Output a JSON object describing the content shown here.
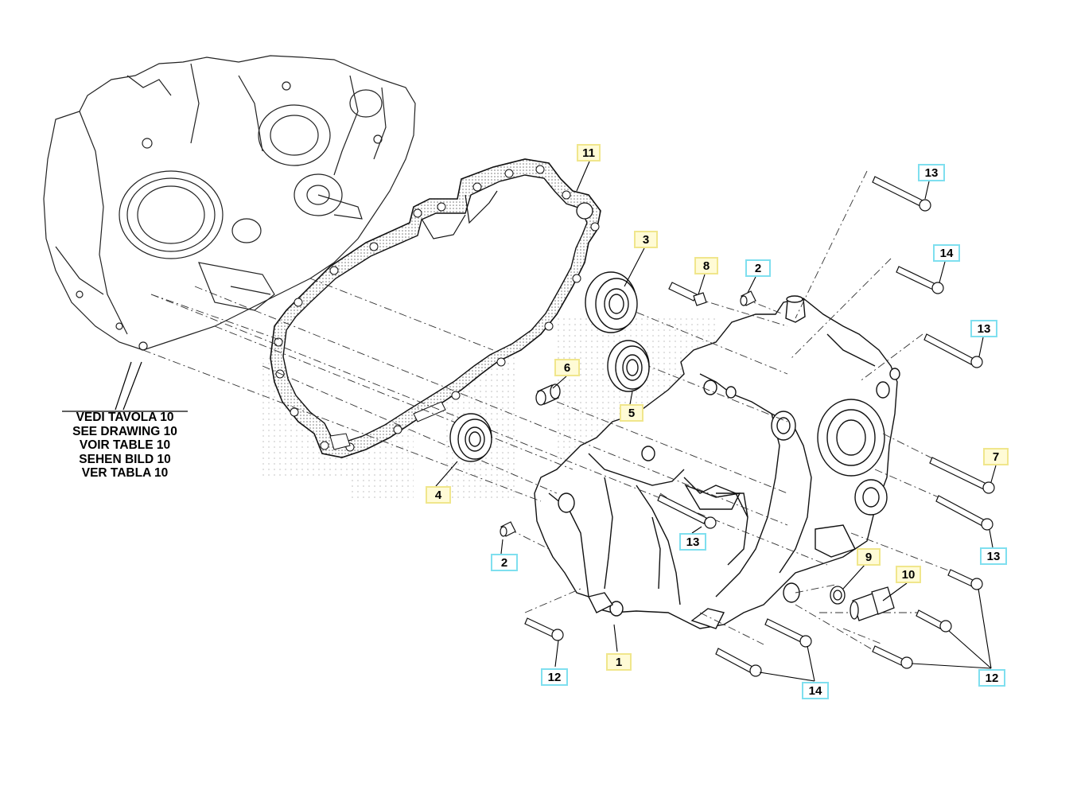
{
  "see_also_lines": [
    "VEDI TAVOLA 10",
    "SEE DRAWING 10",
    "VOIR TABLE 10",
    "SEHEN BILD 10",
    "VER TABLA 10"
  ],
  "callouts": [
    {
      "id": "c11",
      "label": "11",
      "style": "yellow",
      "part": "crankcase-gasket"
    },
    {
      "id": "c3",
      "label": "3",
      "style": "yellow",
      "part": "ball-bearing"
    },
    {
      "id": "c8",
      "label": "8",
      "style": "yellow",
      "part": "stud"
    },
    {
      "id": "c2a",
      "label": "2",
      "style": "cyan",
      "part": "dowel-pin"
    },
    {
      "id": "c13a",
      "label": "13",
      "style": "cyan",
      "part": "bolt"
    },
    {
      "id": "c14a",
      "label": "14",
      "style": "cyan",
      "part": "bolt"
    },
    {
      "id": "c13b",
      "label": "13",
      "style": "cyan",
      "part": "bolt"
    },
    {
      "id": "c6",
      "label": "6",
      "style": "yellow",
      "part": "needle-bearing"
    },
    {
      "id": "c5",
      "label": "5",
      "style": "yellow",
      "part": "ball-bearing"
    },
    {
      "id": "c7",
      "label": "7",
      "style": "yellow",
      "part": "bolt"
    },
    {
      "id": "c4",
      "label": "4",
      "style": "yellow",
      "part": "ball-bearing"
    },
    {
      "id": "c13c",
      "label": "13",
      "style": "cyan",
      "part": "bolt"
    },
    {
      "id": "c13d",
      "label": "13",
      "style": "cyan",
      "part": "bolt"
    },
    {
      "id": "c2b",
      "label": "2",
      "style": "cyan",
      "part": "dowel-pin"
    },
    {
      "id": "c9",
      "label": "9",
      "style": "yellow",
      "part": "washer"
    },
    {
      "id": "c10",
      "label": "10",
      "style": "yellow",
      "part": "drain-plug"
    },
    {
      "id": "c1",
      "label": "1",
      "style": "yellow",
      "part": "crankcase-half"
    },
    {
      "id": "c12a",
      "label": "12",
      "style": "cyan",
      "part": "bolt"
    },
    {
      "id": "c14b",
      "label": "14",
      "style": "cyan",
      "part": "bolt"
    },
    {
      "id": "c12b",
      "label": "12",
      "style": "cyan",
      "part": "bolt"
    }
  ],
  "colors": {
    "line": "#000000",
    "yellow_fill": "#fffbd6",
    "yellow_border": "#f0e68c",
    "cyan_border": "#7fdfef",
    "watermark_dots": "#b8b8b8"
  }
}
